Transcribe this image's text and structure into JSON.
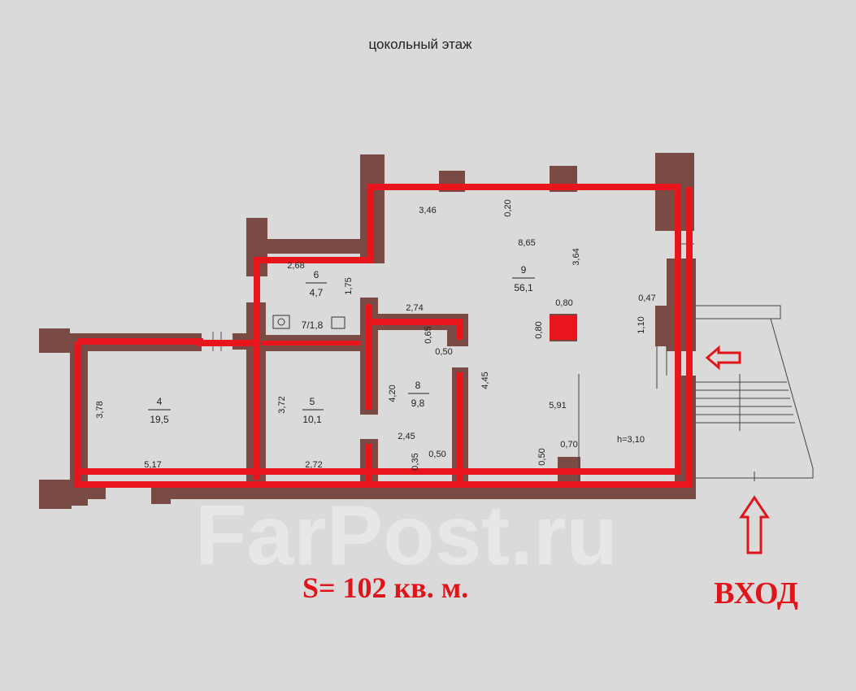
{
  "title": "цокольный этаж",
  "area_label": "S= 102 кв. м.",
  "entrance_label": "ВХОД",
  "watermark": "FarPost.ru",
  "colors": {
    "wall": "#7a4a44",
    "outline": "#e8161c",
    "label_red": "#e0151b",
    "paper": "#d9dad9"
  },
  "rooms": [
    {
      "id": "4",
      "num": "4",
      "area": "19,5"
    },
    {
      "id": "5",
      "num": "5",
      "area": "10,1"
    },
    {
      "id": "6",
      "num": "6",
      "area": "4,7"
    },
    {
      "id": "7",
      "label": "7/1,8"
    },
    {
      "id": "8",
      "num": "8",
      "area": "9,8"
    },
    {
      "id": "9",
      "num": "9",
      "area": "56,1"
    }
  ],
  "dimensions": {
    "d_3_46": "3,46",
    "d_0_20": "0,20",
    "d_8_65": "8,65",
    "d_3_64": "3,64",
    "d_2_68": "2,68",
    "d_1_75": "1,75",
    "d_2_74": "2,74",
    "d_0_80_top": "0,80",
    "d_0_80_side": "0,80",
    "d_0_47": "0,47",
    "d_1_10": "1,10",
    "d_0_65": "0,65",
    "d_0_50_a": "0,50",
    "d_3_78": "3,78",
    "d_3_72": "3,72",
    "d_4_20": "4,20",
    "d_4_45": "4,45",
    "d_5_91": "5,91",
    "d_2_45": "2,45",
    "d_0_35": "0,35",
    "d_0_50_b": "0,50",
    "d_0_50_c": "0,50",
    "d_0_70": "0,70",
    "height": "h=3,10",
    "d_5_17": "5,17",
    "d_2_72": "2,72"
  }
}
